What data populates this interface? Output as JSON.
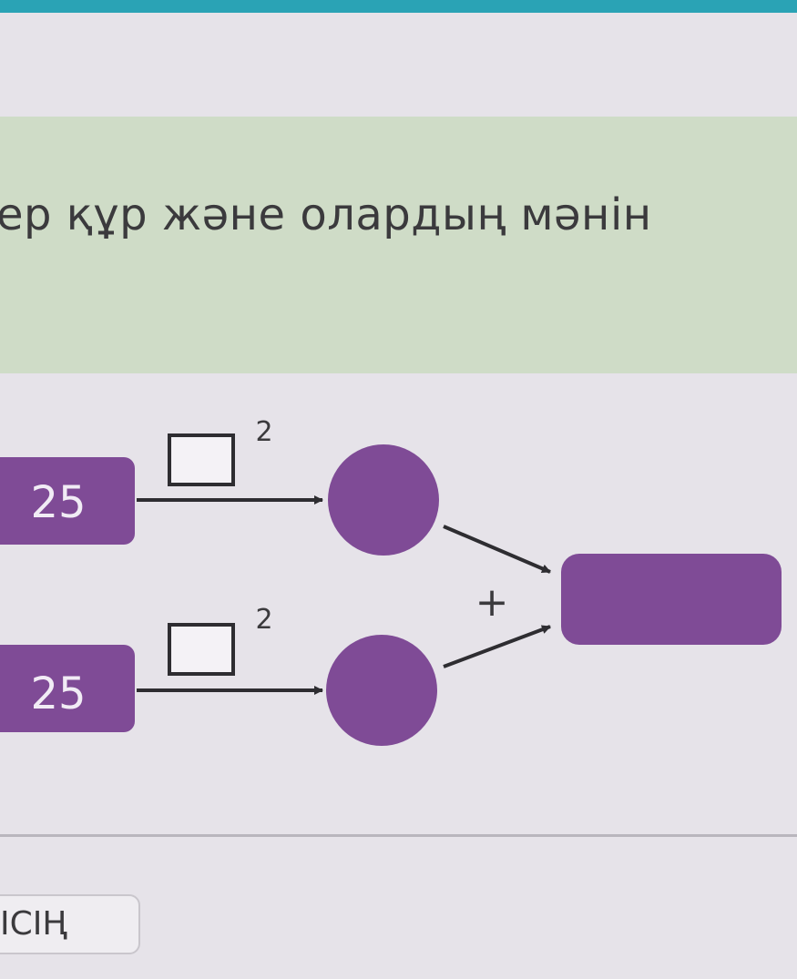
{
  "instruction": "ер құр және олардың мәнін",
  "diagram": {
    "inputs": [
      "25",
      "25"
    ],
    "exponents": [
      "2",
      "2"
    ],
    "operation": "+"
  },
  "footer": {
    "tab_label": "ІСІҢ"
  },
  "colors": {
    "accent_purple": "#7f4b96",
    "band_green": "#cfdcc7",
    "top_strip": "#2aa3b5"
  }
}
